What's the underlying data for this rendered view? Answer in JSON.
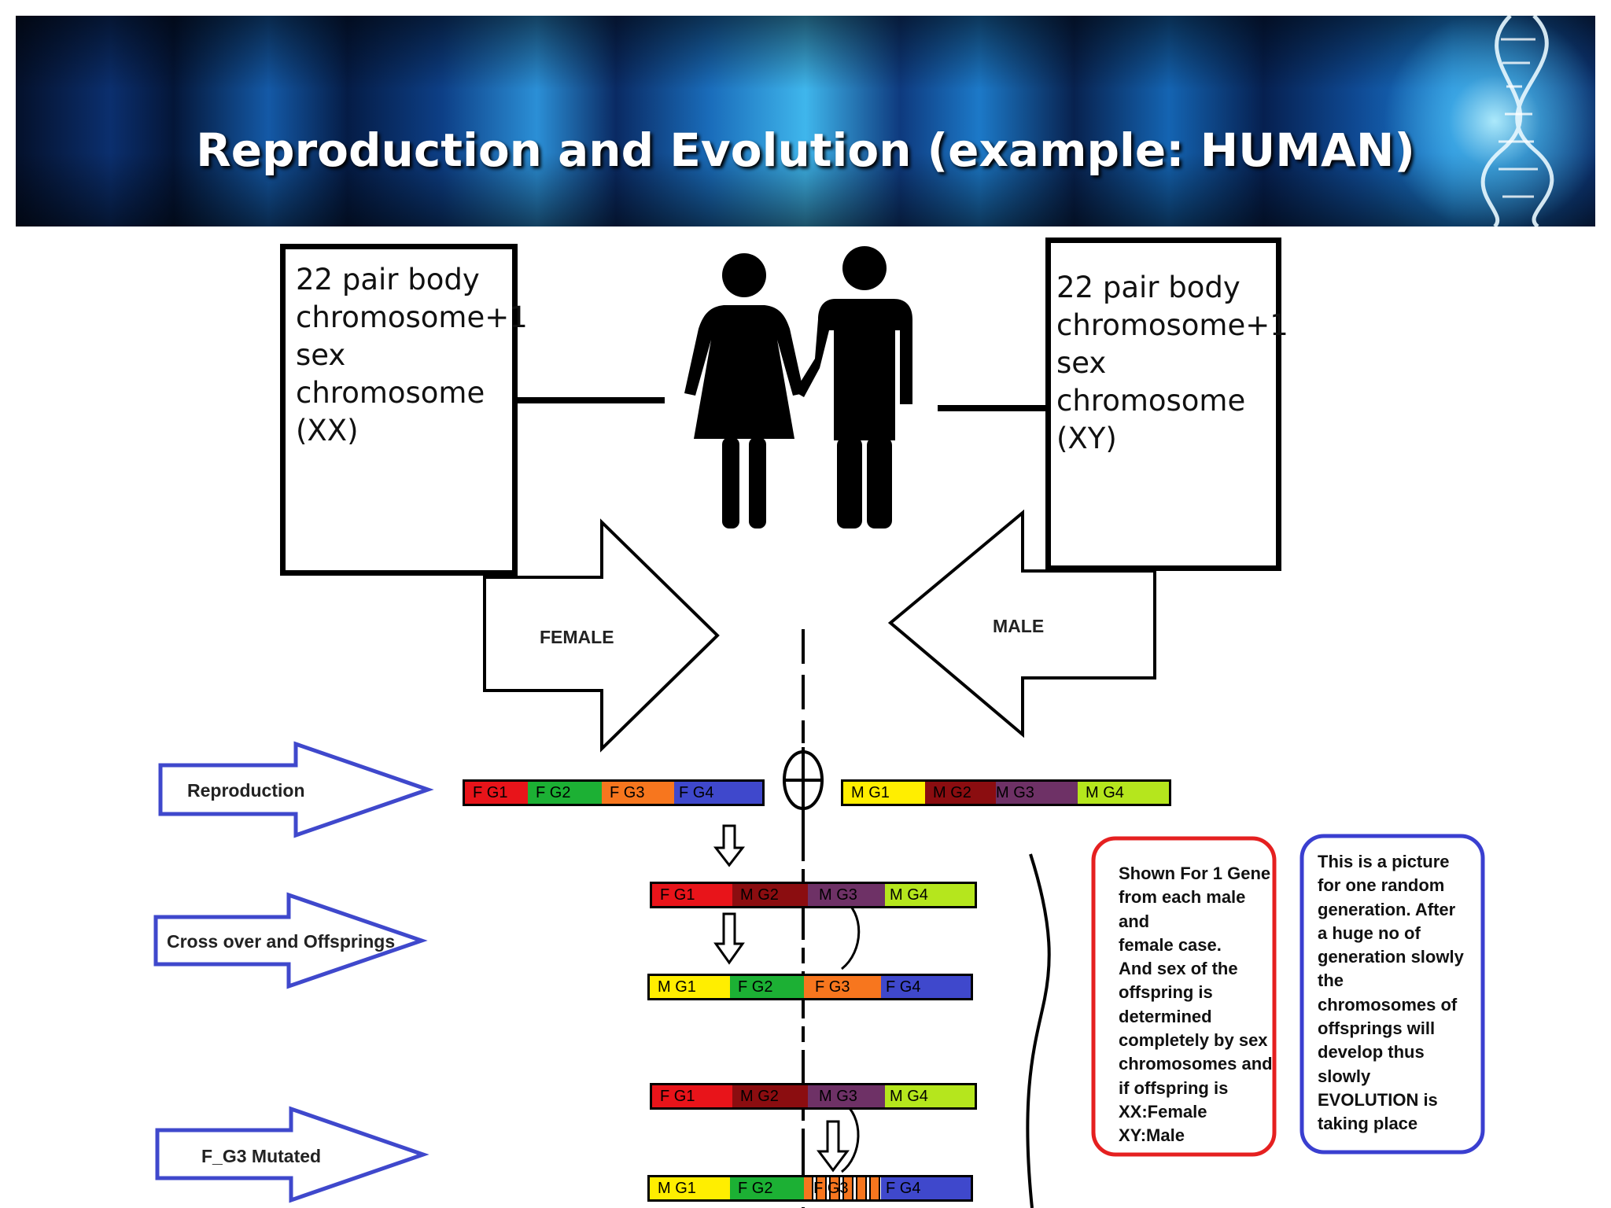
{
  "header": {
    "title": "Reproduction and Evolution (example: HUMAN)"
  },
  "female_box": {
    "text": "22 pair body\nchromosome+1\nsex\nchromosome\n(XX)"
  },
  "male_box": {
    "text": "22 pair body\nchromosome+1\nsex\nchromosome\n(XY)"
  },
  "arrows": {
    "female": "FEMALE",
    "male": "MALE",
    "reproduction": "Reproduction",
    "crossover": "Cross over and Offsprings",
    "mutated": "F_G3 Mutated"
  },
  "female_chromosome": [
    "F  G1",
    "F  G2",
    "F  G3",
    "F  G4"
  ],
  "male_chromosome": [
    "M  G1",
    "M  G2",
    "M  G3",
    "M  G4"
  ],
  "offspring_1": [
    "F  G1",
    "M  G2",
    "M  G3",
    "M  G4"
  ],
  "offspring_2": [
    "M  G1",
    "F  G2",
    "F  G3",
    "F  G4"
  ],
  "offspring_3": [
    "F  G1",
    "M  G2",
    "M  G3",
    "M  G4"
  ],
  "offspring_4": [
    "M  G1",
    "F  G2",
    "F  G3",
    "F  G4"
  ],
  "notes": {
    "left": "Shown For 1 Gene\nfrom each male and\nfemale case.\nAnd sex of the\noffspring is\ndetermined\ncompletely by sex\nchromosomes and\nif offspring is\nXX:Female\nXY:Male",
    "right": "This is a picture\nfor one random\ngeneration. After\na huge no of\ngeneration slowly\nthe\nchromosomes of\noffsprings will\ndevelop thus\nslowly\nEVOLUTION is\ntaking place"
  },
  "colors": {
    "red": "#e8141a",
    "green": "#1cb034",
    "orange": "#f7761e",
    "blue": "#3f48cc",
    "yellow": "#ffee00",
    "darkred": "#8b0d10",
    "purple": "#6e3166",
    "lime": "#b5e61d",
    "arrow_blue": "#3f48cc",
    "note_red": "#e52020",
    "note_blue": "#3a3fd0"
  }
}
